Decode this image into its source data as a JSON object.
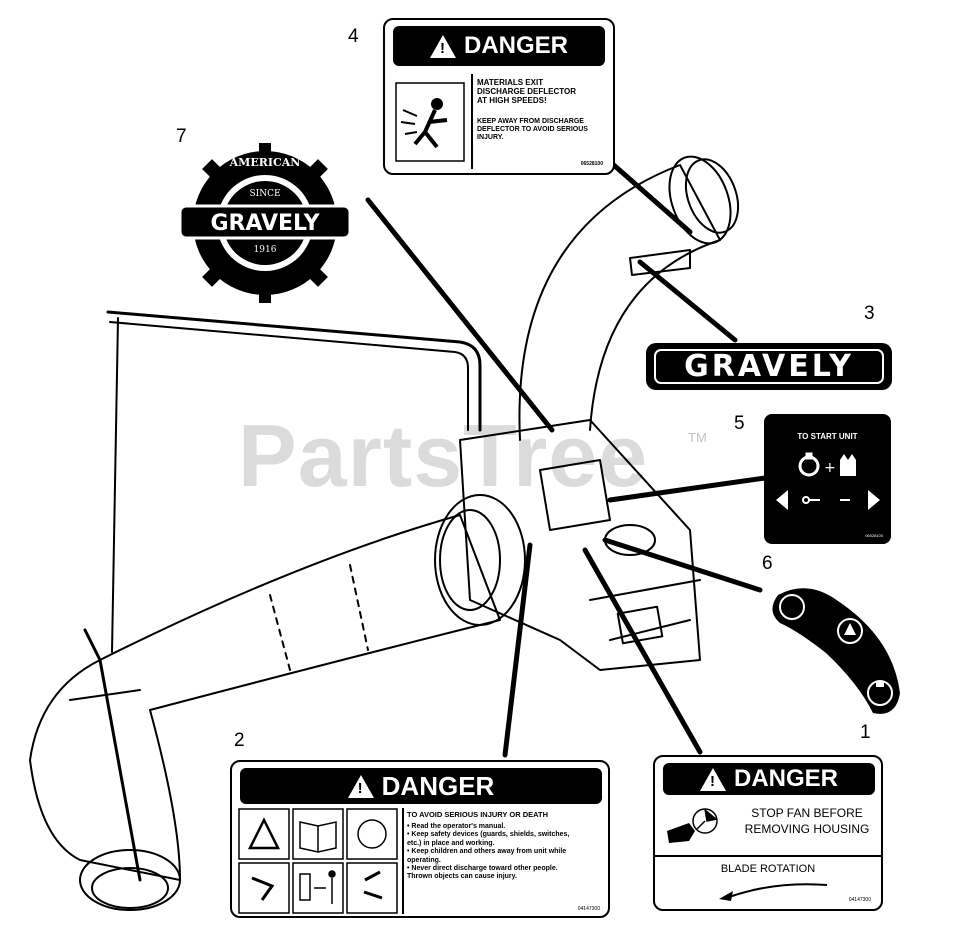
{
  "watermark": {
    "text": "PartsTree",
    "tm": "TM"
  },
  "callouts": [
    "1",
    "2",
    "3",
    "4",
    "5",
    "6",
    "7"
  ],
  "decal_4": {
    "header": "DANGER",
    "line1": "MATERIALS EXIT",
    "line2": "DISCHARGE DEFLECTOR",
    "line3": "AT HIGH SPEEDS!",
    "line4": "KEEP AWAY FROM DISCHARGE",
    "line5": "DEFLECTOR TO AVOID SERIOUS",
    "line6": "INJURY.",
    "part_no": "06528100"
  },
  "decal_7": {
    "arc_text": "AMERICAN",
    "brand": "GRAVELY",
    "since": "SINCE",
    "year": "1916"
  },
  "decal_3": {
    "brand": "GRAVELY"
  },
  "decal_5": {
    "title": "TO START UNIT",
    "part_no": "06528100"
  },
  "decal_2": {
    "header": "DANGER",
    "title": "TO AVOID SERIOUS INJURY OR DEATH",
    "b1": "• Read the operator's manual.",
    "b2": "• Keep safety devices (guards, shields, switches,",
    "b3": "  etc.) in place and working.",
    "b4": "• Keep children and others away from unit while",
    "b5": "  operating.",
    "b6": "• Never direct discharge toward other people.",
    "b7": "  Thrown objects can cause injury.",
    "part_no": "04147300"
  },
  "decal_1": {
    "header": "DANGER",
    "line1": "STOP FAN BEFORE",
    "line2": "REMOVING HOUSING",
    "rotation": "BLADE ROTATION",
    "part_no": "04147300"
  }
}
